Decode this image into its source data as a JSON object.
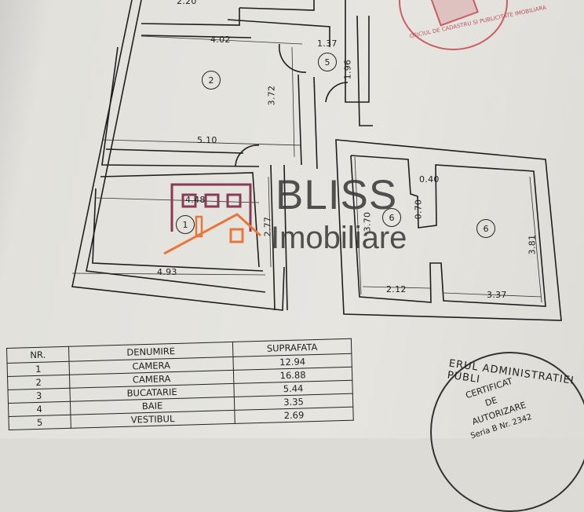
{
  "floor_plan": {
    "dimensions": {
      "top_partial": "2.20",
      "room2_width_top": "4.02",
      "room5_width": "1.37",
      "room5_height": "1.96",
      "room2_height": "3.72",
      "room2_width_bottom": "5.10",
      "room1_width_top": "4.48",
      "room1_height": "2.77",
      "room1_width_bottom": "4.93",
      "room6_left_height": "3.70",
      "room6_step_width": "0.40",
      "room6_step_height": "0.70",
      "room6_right_height": "3.81",
      "room6_left_width": "2.12",
      "room6_right_width": "3.37"
    },
    "room_labels": [
      "1",
      "2",
      "5",
      "6",
      "6"
    ]
  },
  "watermark": {
    "brand": "BLISS",
    "subtitle": "Imobiliare",
    "colors": {
      "frame": "#8b3a55",
      "roof": "#e8773a",
      "text": "#3b3b3b"
    }
  },
  "area_table": {
    "headers": [
      "NR.",
      "DENUMIRE",
      "SUPRAFATA"
    ],
    "rows": [
      {
        "nr": "1",
        "name": "CAMERA",
        "area": "12.94"
      },
      {
        "nr": "2",
        "name": "CAMERA",
        "area": "16.88"
      },
      {
        "nr": "3",
        "name": "BUCATARIE",
        "area": "5.44"
      },
      {
        "nr": "4",
        "name": "BAIE",
        "area": "3.35"
      },
      {
        "nr": "5",
        "name": "VESTIBUL",
        "area": "2.69"
      }
    ]
  },
  "stamps": {
    "red_stamp_text": "OFICIUL DE CADASTRU SI PUBLICITATE IMOBILIARA",
    "black_stamp_ring": "ERUL ADMINISTRATIEI PUBLI",
    "black_stamp_lines": [
      "CERTIFICAT",
      "DE",
      "AUTORIZARE",
      "Seria B Nr. 2342"
    ]
  }
}
